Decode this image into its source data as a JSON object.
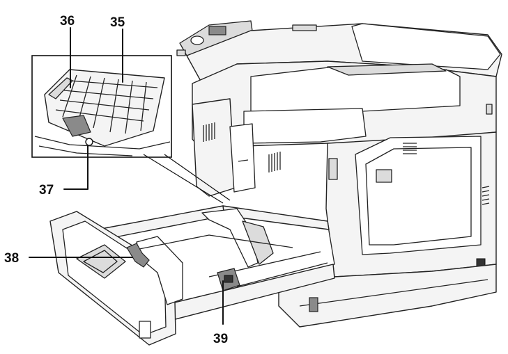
{
  "callouts": {
    "c35": "35",
    "c36": "36",
    "c37": "37",
    "c38": "38",
    "c39": "39"
  },
  "colors": {
    "line": "#111111",
    "body": "#f4f4f4",
    "shade": "#dcdcdc"
  }
}
